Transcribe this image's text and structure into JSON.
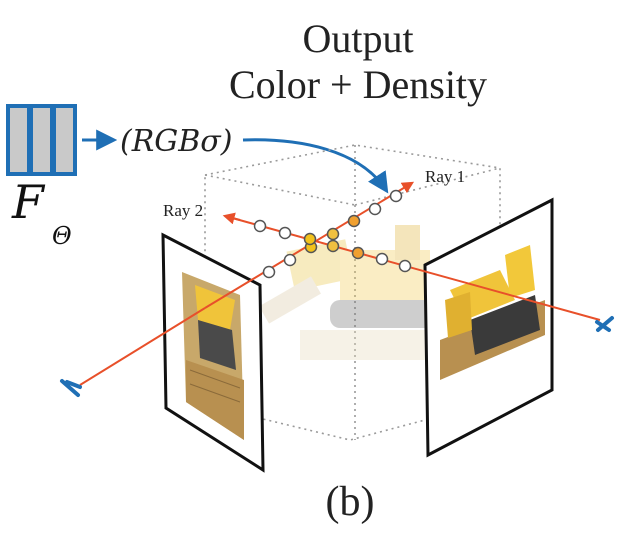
{
  "title": {
    "line1": "Output",
    "line2": "Color + Density"
  },
  "network": {
    "symbol": "F",
    "subscript": "Θ"
  },
  "output_label": "(RGBσ)",
  "rays": [
    {
      "label": "Ray 1",
      "color": "#e8502a"
    },
    {
      "label": "Ray 2",
      "color": "#e8502a"
    }
  ],
  "caption": "(b)",
  "colors": {
    "network_fill": "#c9c9c9",
    "network_stroke": "#1f6fb5",
    "arrow_blue": "#1f6fb5",
    "ray_red": "#e8502a",
    "sample_yellow": "#f2c21b",
    "sample_orange": "#f0a030"
  }
}
